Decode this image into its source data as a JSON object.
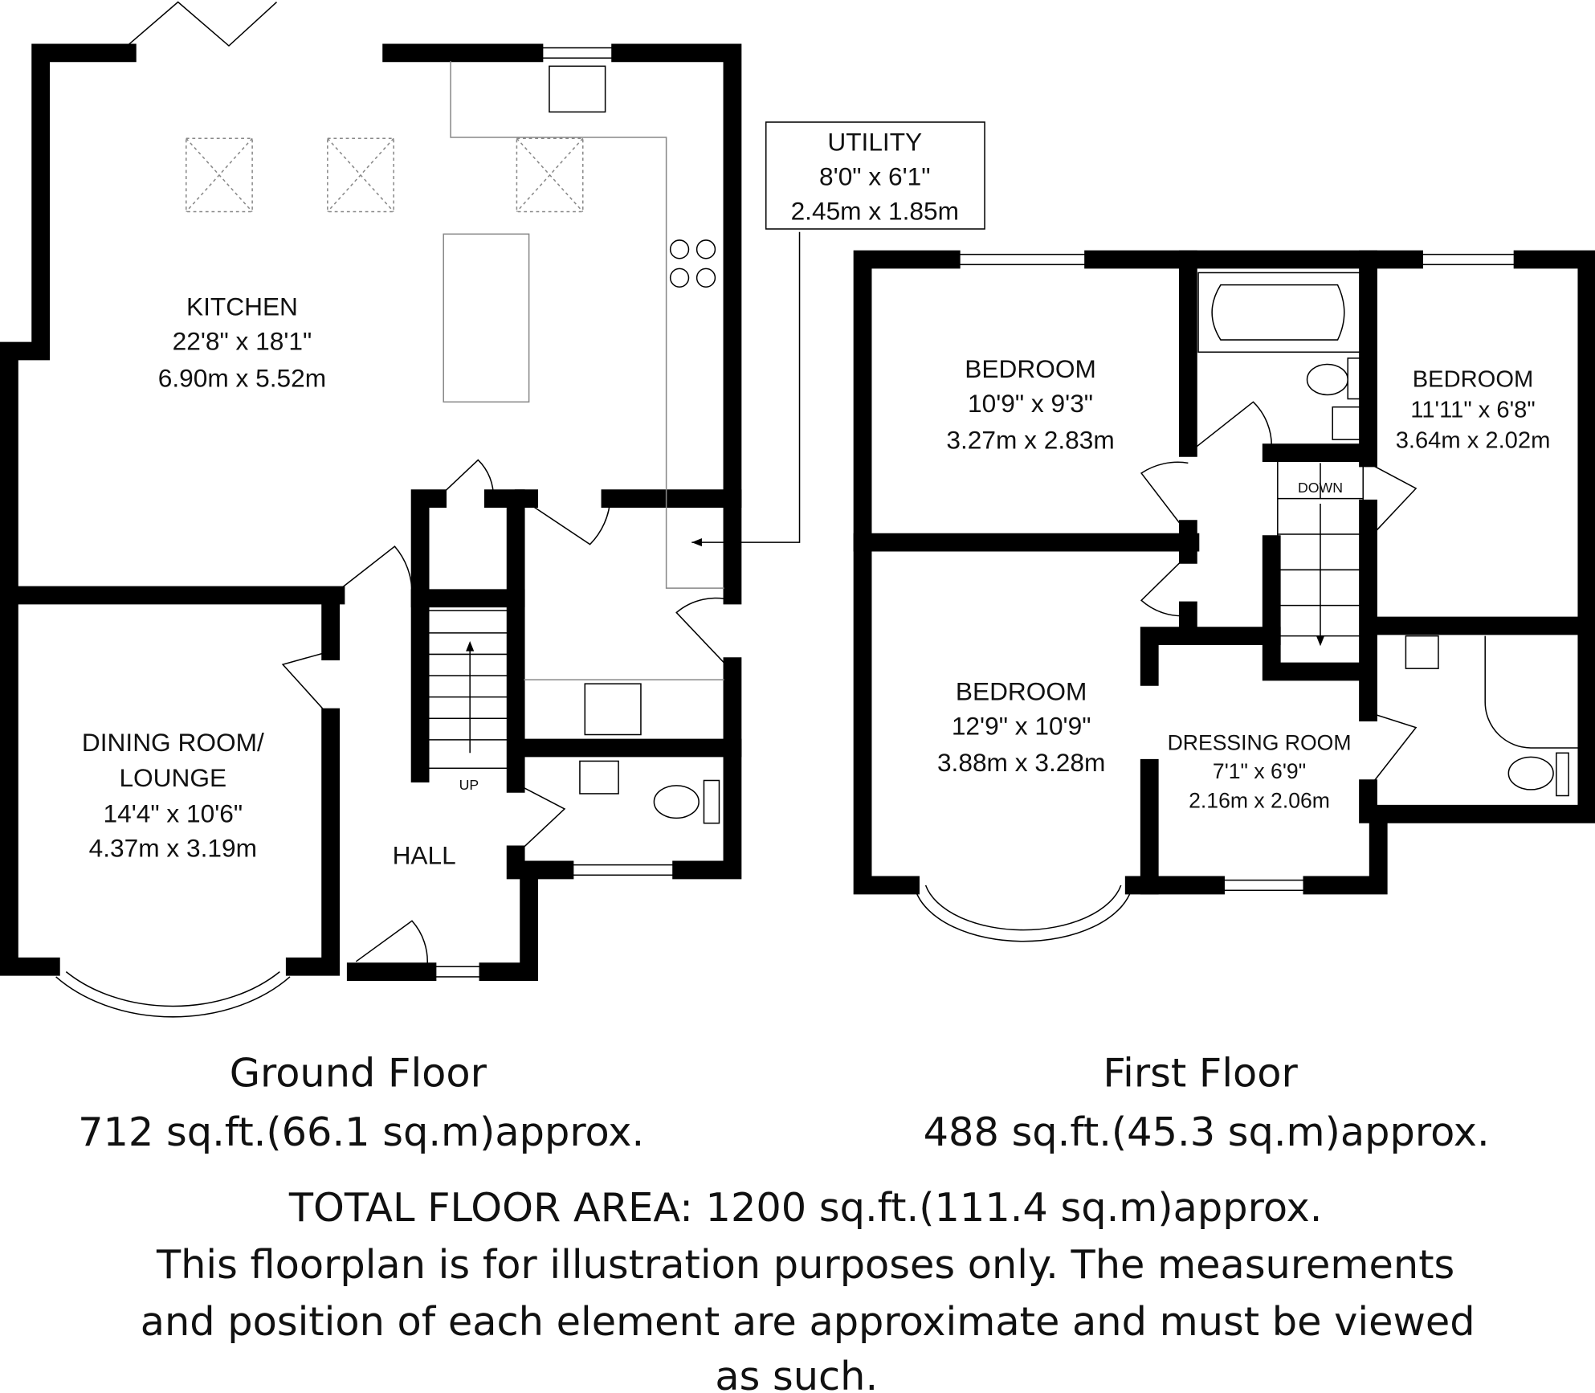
{
  "ground_floor": {
    "title": "Ground Floor",
    "area": "712 sq.ft.(66.1 sq.m)approx.",
    "rooms": {
      "kitchen": {
        "name": "KITCHEN",
        "imperial": "22'8\" x 18'1\"",
        "metric": "6.90m x 5.52m"
      },
      "dining": {
        "name1": "DINING ROOM/",
        "name2": "LOUNGE",
        "imperial": "14'4\" x 10'6\"",
        "metric": "4.37m x 3.19m"
      },
      "hall": {
        "name": "HALL"
      },
      "utility": {
        "name": "UTILITY",
        "imperial": "8'0\" x 6'1\"",
        "metric": "2.45m x 1.85m"
      }
    },
    "stairs_label": "UP"
  },
  "first_floor": {
    "title": "First Floor",
    "area": "488 sq.ft.(45.3 sq.m)approx.",
    "rooms": {
      "bedroom1": {
        "name": "BEDROOM",
        "imperial": "10'9\" x 9'3\"",
        "metric": "3.27m x 2.83m"
      },
      "bedroom2": {
        "name": "BEDROOM",
        "imperial": "11'11\" x 6'8\"",
        "metric": "3.64m x 2.02m"
      },
      "bedroom3": {
        "name": "BEDROOM",
        "imperial": "12'9\" x 10'9\"",
        "metric": "3.88m x 3.28m"
      },
      "dressing": {
        "name": "DRESSING ROOM",
        "imperial": "7'1\" x 6'9\"",
        "metric": "2.16m x 2.06m"
      }
    },
    "stairs_label": "DOWN"
  },
  "total_area": "TOTAL FLOOR AREA: 1200 sq.ft.(111.4 sq.m)approx.",
  "disclaimer": {
    "line1": "This floorplan is for illustration purposes only. The measurements",
    "line2": "and position of each element are approximate and must be viewed",
    "line3": "as such."
  }
}
